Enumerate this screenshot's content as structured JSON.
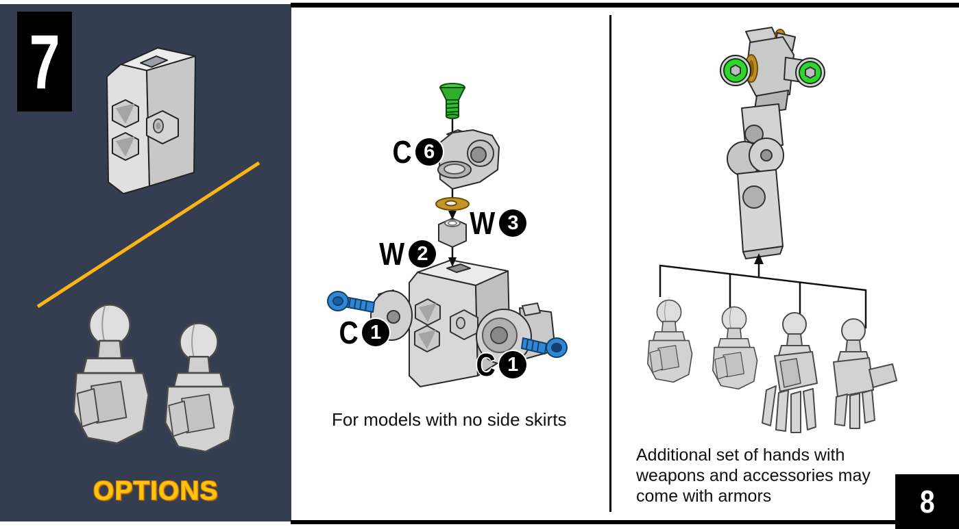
{
  "page": {
    "step_number": "7",
    "page_number": "8"
  },
  "left_panel": {
    "options_label": "OPTIONS"
  },
  "middle_panel": {
    "caption": "For models with no side skirts",
    "labels": {
      "c6": {
        "prefix": "C",
        "number": "6"
      },
      "w3": {
        "prefix": "W",
        "number": "3"
      },
      "w2": {
        "prefix": "W",
        "number": "2"
      },
      "c1_left": {
        "prefix": "C",
        "number": "1"
      },
      "c1_right": {
        "prefix": "C",
        "number": "1"
      }
    }
  },
  "right_panel": {
    "caption_lines": [
      "Additional set of hands with",
      "weapons and accessories may",
      "come with armors"
    ]
  },
  "colors": {
    "panel_background": "#343e50",
    "accent_yellow": "#ffc410",
    "screw_green": "#35bb35",
    "screw_blue": "#2f86d6",
    "washer_gold": "#c49427",
    "part_gray": "#d2d2d2",
    "outline_black": "#000000"
  }
}
